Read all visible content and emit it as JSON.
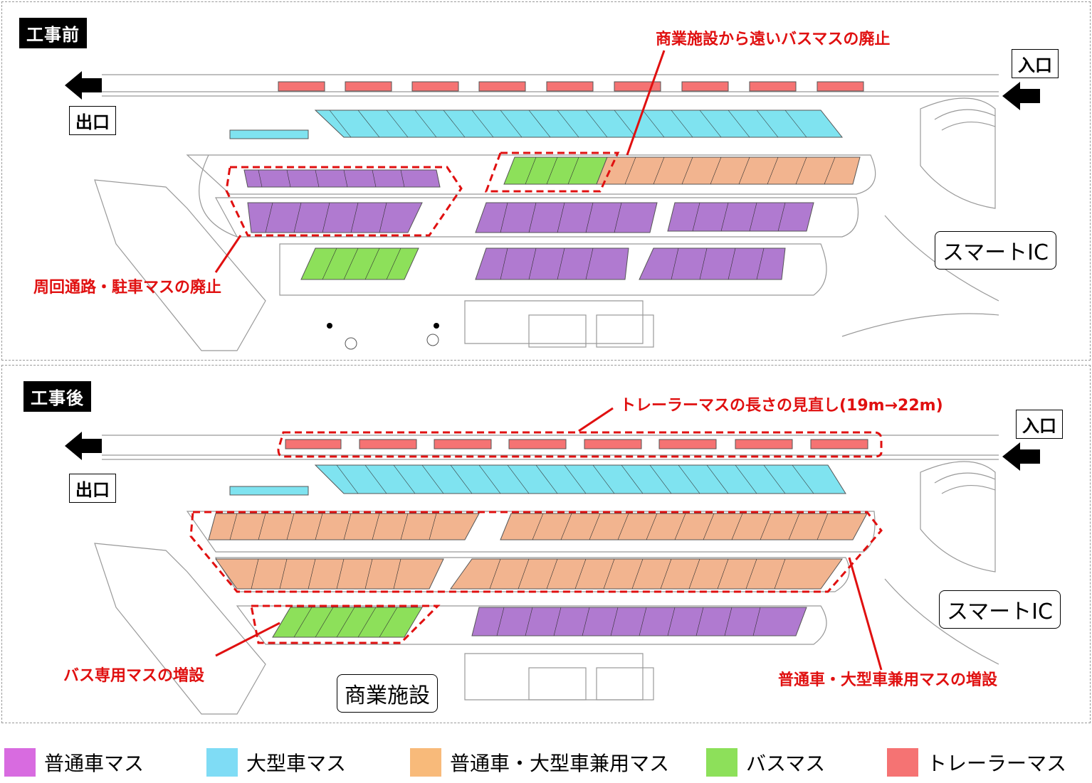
{
  "stages": {
    "before": "工事前",
    "after": "工事後"
  },
  "directions": {
    "exit": "出口",
    "entrance": "入口"
  },
  "labels": {
    "smart_ic": "スマートIC",
    "commercial": "商業施設"
  },
  "annotations": {
    "before_bus_removal": "商業施設から遠いバスマスの廃止",
    "before_loop_removal": "周回通路・駐車マスの廃止",
    "after_trailer_review": "トレーラーマスの長さの見直し(19m→22m)",
    "after_bus_add": "バス専用マスの増設",
    "after_shared_add": "普通車・大型車兼用マスの増設"
  },
  "legend": [
    {
      "label": "普通車マス",
      "color": "#d86be0"
    },
    {
      "label": "大型車マス",
      "color": "#7fdcf5"
    },
    {
      "label": "普通車・大型車兼用マス",
      "color": "#f8ba7a"
    },
    {
      "label": "バスマス",
      "color": "#8de05a"
    },
    {
      "label": "トレーラーマス",
      "color": "#f57373"
    }
  ],
  "colors": {
    "purple": "#b07ad0",
    "cyan": "#7fe3f0",
    "orange": "#f2b48f",
    "green": "#8de05a",
    "red": "#f57373",
    "annotation": "#e01010"
  }
}
